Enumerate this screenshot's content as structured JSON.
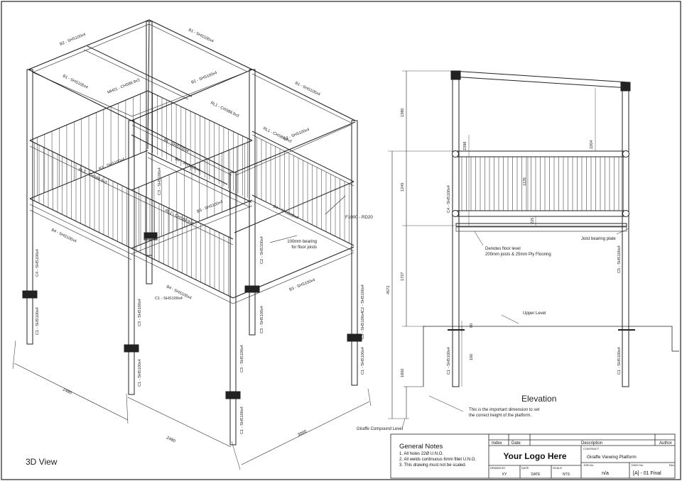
{
  "view_3d": {
    "title": "3D View",
    "members": {
      "b2_top_left": "B2 - SHS100x4",
      "b1_top_back": "B1 - SHS100x4",
      "b1_left": "B1 - SHS100x4",
      "mh_rail": "MH01 - CHS88.9x3",
      "b2_mid": "B2 - SHS100x4",
      "b1_right": "B1 - SHS100x4",
      "rl1_a": "RL1 - CHS88.9x3",
      "rl1_b": "RL1 - CHS88.9x3",
      "b2_right": "B2 - SHS100x4",
      "b1_centre": "B1 - SHS100x4",
      "b3_left": "B3 - SHS100x4",
      "b4_centre": "B4 - SHS100x4",
      "rl1_c": "RL1 - CHS88.9x3",
      "c3_centre": "C3 - SHS100x4",
      "b4_left": "B4 - SHS100x4",
      "b3_centre": "B3 - SHS100x4",
      "rl1_d": "RL1 - CHS88.9x3",
      "b4_right": "B4 - SHS100x4",
      "c4_left": "C4 - SHS100x4",
      "c1_left": "C1 - SHS100x4",
      "c2_right": "C2 - SHS100x4",
      "c3_right": "C3 - SHS100x4",
      "b4_low": "B4 - SHS100x4",
      "b3_low": "B3 - SHS100x4",
      "c1_centre": "C1 - SHS100x4",
      "c3_front": "C3 - SHS100x4",
      "c1_front_low": "C1 - SHS100x4",
      "c2_far": "C2 - SHS100x4",
      "c1_front": "C1 - SHS100x4",
      "c3_low": "C3 - SHS100x4",
      "c1_corner": "C1 - SHS100x4",
      "c3_far": "C3 - SHS100x4"
    },
    "panel_note": "F1000 - RD20",
    "bearing_note_line1": "100mm bearing",
    "bearing_note_line2": "for floor joists",
    "dims": {
      "d2480a": "2480",
      "d2480b": "2480",
      "d3000": "3000"
    }
  },
  "elevation": {
    "title": "Elevation",
    "dims": {
      "d1380": "1380",
      "d1245": "1245",
      "d4572": "4572",
      "d1727": "1727",
      "d1600": "1600",
      "d2396": "2396",
      "d2204": "2204",
      "d1135": "1135",
      "d225": "225",
      "d80": "80",
      "d100": "100"
    },
    "labels": {
      "c4": "C4 - SHS100x4",
      "c5": "C5 - SHS100x4",
      "c1_left": "C1 - SHS100x4",
      "c1_right": "C1 - SHS100x4",
      "joist_plate": "Joist bearing plate",
      "floor_line1": "Denotes floor level",
      "floor_line2": "200mm joists & 25mm Ply Flooring",
      "upper_level": "Upper Level",
      "important_line1": "This is the important dimension to set",
      "important_line2": "the correct height of the platform.",
      "giraffe_level": "Giraffe Compound Level"
    }
  },
  "notes": {
    "title": "General Notes",
    "items": [
      "1.  All holes 22Ø U.N.O.",
      "2.  All welds continuous 6mm fillet U.N.O.",
      "3.  This drawing must not be scaled."
    ]
  },
  "title_block": {
    "index": "Index",
    "date": "Date",
    "description": "Description",
    "author": "Author",
    "logo": "Your Logo Here",
    "contract_label": "CONTRACT",
    "contract_value": "Giraffe Viewing Platform",
    "drawn_label": "DRAWN BY",
    "drawn_value": "XY",
    "date_label": "DATE",
    "date_value": "DATE",
    "scale_label": "SCALE",
    "scale_value": "NTS",
    "job_label": "JOB No.",
    "job_value": "n/a",
    "dwg_label": "DWG No.",
    "dwg_value": "[A] - 01 Final",
    "rev_label": "Rev."
  }
}
